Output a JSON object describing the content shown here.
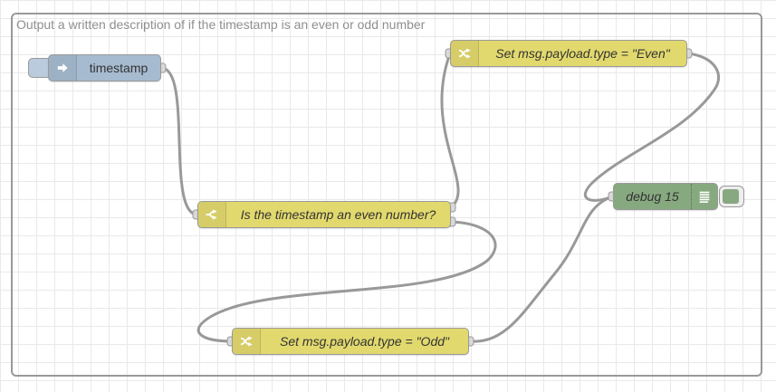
{
  "app": "node-red-flow-editor",
  "group": {
    "label": "Output a written description of if the timestamp is an even or odd number"
  },
  "nodes": {
    "inject": {
      "label": "timestamp",
      "type": "inject"
    },
    "switch": {
      "label": "Is the timestamp an even number?",
      "type": "switch",
      "outputs": 2
    },
    "change_even": {
      "label": "Set msg.payload.type = \"Even\"",
      "type": "change"
    },
    "change_odd": {
      "label": "Set msg.payload.type = \"Odd\"",
      "type": "change"
    },
    "debug": {
      "label": "debug 15",
      "type": "debug"
    }
  },
  "icons": {
    "inject": "inject-arrow-icon",
    "switch": "branch-icon",
    "change": "shuffle-icon",
    "debug": "list-icon"
  },
  "colors": {
    "inject_node": "#a6bbcf",
    "function_node": "#e2d96e",
    "debug_node": "#87a980",
    "wire": "#999999",
    "port": "#d9d9d9",
    "grid": "#e9e9e9",
    "group_border": "#999999",
    "group_label": "#8f8f8f",
    "node_label": "#333333"
  }
}
